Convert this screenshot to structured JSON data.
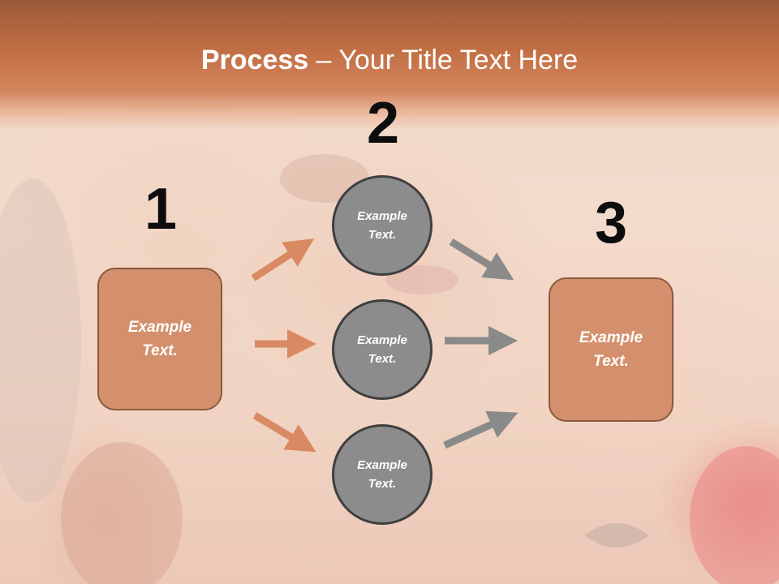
{
  "title": {
    "bold": "Process",
    "dash": " – ",
    "rest": "Your Title Text Here"
  },
  "steps": [
    {
      "number": "1",
      "text": "Example\nText."
    },
    {
      "number": "2"
    },
    {
      "number": "3",
      "text": "Example\nText."
    }
  ],
  "circles": [
    {
      "text": "Example\nText."
    },
    {
      "text": "Example\nText."
    },
    {
      "text": "Example\nText."
    }
  ],
  "colors": {
    "box_fill": "#d4906d",
    "box_border": "#8a5a40",
    "circle_fill": "#8c8c8c",
    "circle_border": "#3f3f3f",
    "arrow_orange": "#d98a63",
    "arrow_gray": "#8a8a8a",
    "title_band": "#c26f45"
  }
}
